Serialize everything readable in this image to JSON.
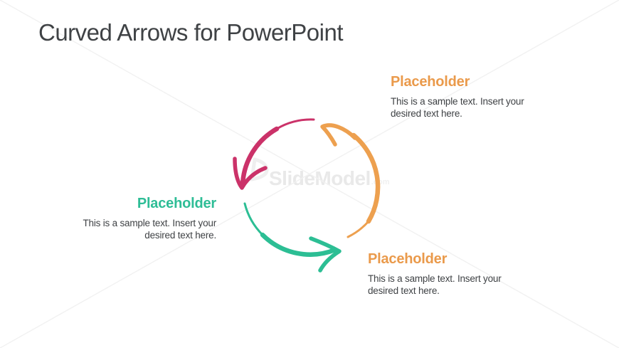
{
  "slide": {
    "title": "Curved Arrows for PowerPoint"
  },
  "watermark": {
    "name": "SlideModel",
    "tld": ".com",
    "color": "#E9E9E9",
    "line_color": "#F1F1F1"
  },
  "colors": {
    "pink_arrow": "#CB3269",
    "orange_arrow": "#EDA04F",
    "green_arrow": "#2CBE94",
    "heading_orange": "#EA9A4B",
    "heading_green": "#2EBD96",
    "body_text": "#3F4245",
    "title_text": "#3F4245"
  },
  "placeholders": [
    {
      "id": "top-right",
      "heading": "Placeholder",
      "body_line1": "This is a sample text. Insert your",
      "body_line2": "desired text here.",
      "accent": "orange"
    },
    {
      "id": "left",
      "heading": "Placeholder",
      "body_line1": "This is a sample text. Insert your",
      "body_line2": "desired text here.",
      "accent": "green"
    },
    {
      "id": "bottom-right",
      "heading": "Placeholder",
      "body_line1": "This is a sample text. Insert your",
      "body_line2": "desired text here.",
      "accent": "orange"
    }
  ]
}
